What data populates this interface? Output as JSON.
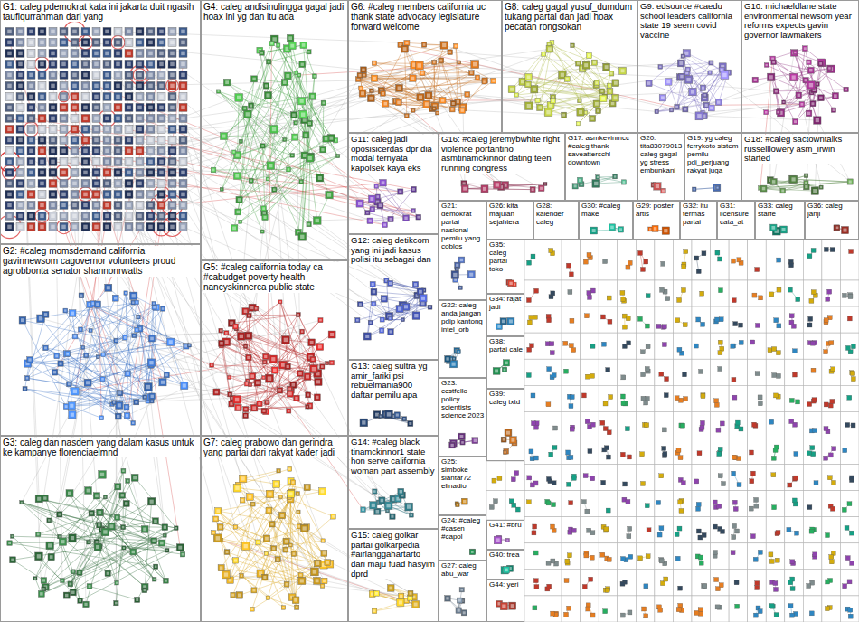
{
  "diagram": {
    "nodes": [
      {
        "text": [
          "G1: caleg pdemokrat kata ini jakarta duit ngasih taufiqurrahman dari yang"
        ]
      },
      {
        "text": [
          "G2: #caleg momsdemand california gavinnewsom cagovernor volunteers proud agrobbonta senator shannonrwatts"
        ]
      },
      {
        "text": [
          "G3: caleg dan nasdem yang dalam kasus untuk ke kampanye florenciaelmnd"
        ]
      },
      {
        "text": [
          "G4: caleg andisinulingga gagal jadi hoax ini yg dan itu ada"
        ]
      },
      {
        "text": [
          "G5: #caleg california today ca #cabudget poverty health nancyskinnerca public state"
        ]
      },
      {
        "text": [
          "G7: caleg prabowo dan gerindra yang partai dari rakyat kader jadi"
        ]
      },
      {
        "text": [
          "G6: #caleg members california uc thank state advocacy legislature forward welcome"
        ]
      },
      {
        "text": [
          "G8: caleg gagal yusuf_dumdum tukang partai dan jadi hoax pecatan rongsokan"
        ]
      },
      {
        "text": [
          "G9: edsource #caedu school leaders california state 19 seem covid vaccine"
        ]
      },
      {
        "text": [
          "G10: michaeldlane state environmental newsom year reforms expects gavin governor lawmakers"
        ]
      },
      {
        "text": [
          "G11: caleg jadi oposisicerdas dpr dia modal ternyata kapolsek kaya eks"
        ]
      },
      {
        "text": [
          "G12: caleg detikcom yang ini jadi kasus polisi itu sebagai dan"
        ]
      },
      {
        "text": [
          "G13: caleg sultra yg amir_fariki psi rebuelmania900 daftar pemilu apa"
        ]
      },
      {
        "text": [
          "G14: #caleg black tinamckinnor1 state hon serve california woman part assembly"
        ]
      },
      {
        "text": [
          "G15: caleg golkar partai golkarpedia #airlanggahartarto dari maju fuad hasyim dprd"
        ]
      },
      {
        "text": [
          "G16: #caleg jeremybwhite right violence portantino asmtinamckinnor dating teen running congress"
        ]
      },
      {
        "text": [
          "G17: asmkevinmcc #caleg thank saveatterschl downtown"
        ]
      },
      {
        "text": [
          "G20: tita83079013 caleg gagal yg stress embunkani"
        ]
      },
      {
        "text": [
          "G19: yg caleg ferrykoto sistem pemilu pdi_perjuang rakyat juga"
        ]
      },
      {
        "text": [
          "G18: #caleg sactowntalks russelllowery asm_irwin started"
        ]
      },
      {
        "text": [
          "G21: demokrat partai nasional pemilu yang coblos"
        ]
      },
      {
        "text": [
          "G26: kita majulah sejahtera"
        ]
      },
      {
        "text": [
          "G28: kalender caleg"
        ]
      },
      {
        "text": [
          "G30: #caleg make"
        ]
      },
      {
        "text": [
          "G29: poster artis"
        ]
      },
      {
        "text": [
          "G32: itu termas partai"
        ]
      },
      {
        "text": [
          "G31: licensure cata_at"
        ]
      },
      {
        "text": [
          "G33: caleg starfe"
        ]
      },
      {
        "text": [
          "G36: caleg janji"
        ]
      },
      {
        "text": [
          "G22: caleg anda jangan pdip kantong intel_orb"
        ]
      },
      {
        "text": [
          "G23: ccstfello policy scientists science 2023"
        ]
      },
      {
        "text": [
          "G25: simboke siantar72 elinadio"
        ]
      },
      {
        "text": [
          "G24: #caleg #casen #capol"
        ]
      },
      {
        "text": [
          "G27: caleg abu_war"
        ]
      },
      {
        "text": [
          "G35: caleg partai toko"
        ]
      },
      {
        "text": [
          "G34: rajat jadi"
        ]
      },
      {
        "text": [
          "G38: partai cale"
        ]
      },
      {
        "text": [
          "G39: caleg txtd"
        ]
      },
      {
        "text": [
          "G41: #bru"
        ]
      },
      {
        "text": [
          "G40: trea"
        ]
      },
      {
        "text": [
          "G44: yeri"
        ]
      }
    ]
  }
}
